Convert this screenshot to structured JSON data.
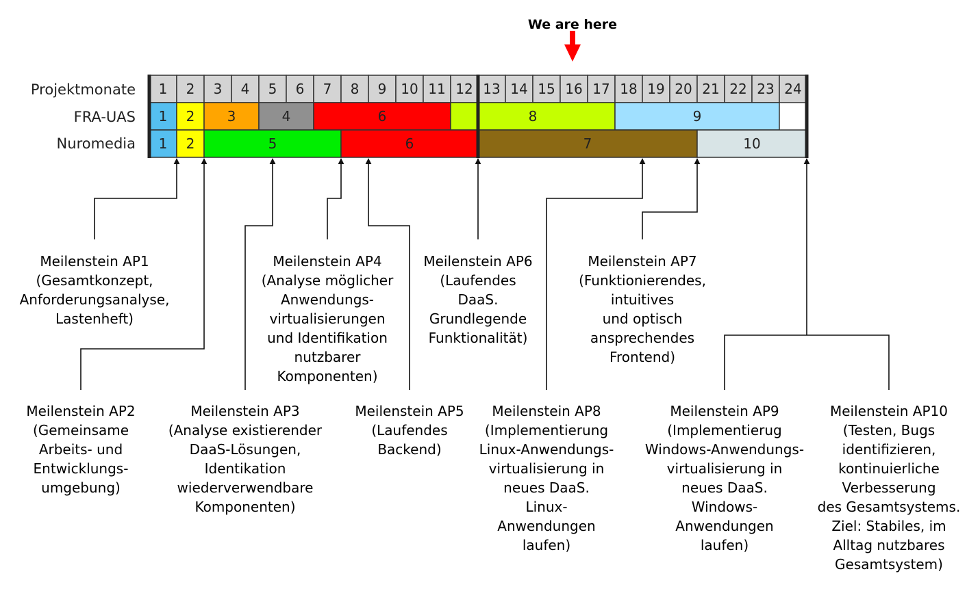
{
  "marker": {
    "label": "We are here",
    "month": 16,
    "color": "#ff0000"
  },
  "rows": [
    {
      "key": "months",
      "label": "Projektmonate"
    },
    {
      "key": "fra",
      "label": "FRA-UAS"
    },
    {
      "key": "nuro",
      "label": "Nuromedia"
    }
  ],
  "months": [
    "1",
    "2",
    "3",
    "4",
    "5",
    "6",
    "7",
    "8",
    "9",
    "10",
    "11",
    "12",
    "13",
    "14",
    "15",
    "16",
    "17",
    "18",
    "19",
    "20",
    "21",
    "22",
    "23",
    "24"
  ],
  "fra_segments": [
    {
      "label": "1",
      "start": 1,
      "end": 1,
      "color": "#55bff0"
    },
    {
      "label": "2",
      "start": 2,
      "end": 2,
      "color": "#ffff00"
    },
    {
      "label": "3",
      "start": 3,
      "end": 4,
      "color": "#ffa500"
    },
    {
      "label": "4",
      "start": 5,
      "end": 6,
      "color": "#909090"
    },
    {
      "label": "6",
      "start": 7,
      "end": 11,
      "color": "#ff0000"
    },
    {
      "label": "8",
      "start": 12,
      "end": 17,
      "color": "#c5ff00"
    },
    {
      "label": "9",
      "start": 18,
      "end": 23,
      "color": "#a0e0ff"
    }
  ],
  "nuro_segments": [
    {
      "label": "1",
      "start": 1,
      "end": 1,
      "color": "#55bff0"
    },
    {
      "label": "2",
      "start": 2,
      "end": 2,
      "color": "#ffff00"
    },
    {
      "label": "5",
      "start": 3,
      "end": 7,
      "color": "#00ee00"
    },
    {
      "label": "6",
      "start": 8,
      "end": 12,
      "color": "#ff0000"
    },
    {
      "label": "7",
      "start": 13,
      "end": 20,
      "color": "#8b6914"
    },
    {
      "label": "10",
      "start": 21,
      "end": 24,
      "color": "#d8e4e6"
    }
  ],
  "milestones": [
    {
      "key": "ap1",
      "lines": [
        "Meilenstein AP1",
        "(Gesamtkonzept,",
        "Anforderungsanalyse,",
        "Lastenheft)"
      ]
    },
    {
      "key": "ap2",
      "lines": [
        "Meilenstein AP2",
        "(Gemeinsame",
        "Arbeits- und",
        "Entwicklungs-",
        "umgebung)"
      ]
    },
    {
      "key": "ap3",
      "lines": [
        "Meilenstein AP3",
        "(Analyse existierender",
        "DaaS-Lösungen,",
        "Identikation",
        "wiederverwendbare",
        "Komponenten)"
      ]
    },
    {
      "key": "ap4",
      "lines": [
        "Meilenstein AP4",
        "(Analyse möglicher",
        "Anwendungs-",
        "virtualisierungen",
        "und Identifikation",
        "nutzbarer",
        "Komponenten)"
      ]
    },
    {
      "key": "ap5",
      "lines": [
        "Meilenstein AP5",
        "(Laufendes",
        "Backend)"
      ]
    },
    {
      "key": "ap6",
      "lines": [
        "Meilenstein AP6",
        "(Laufendes",
        "DaaS.",
        "Grundlegende",
        "Funktionalität)"
      ]
    },
    {
      "key": "ap7",
      "lines": [
        "Meilenstein AP7",
        "(Funktionierendes,",
        "intuitives",
        "und optisch",
        "ansprechendes",
        "Frontend)"
      ]
    },
    {
      "key": "ap8",
      "lines": [
        "Meilenstein AP8",
        "(Implementierung",
        "Linux-Anwendungs-",
        "virtualisierung in",
        "neues DaaS.",
        "Linux-",
        "Anwendungen",
        "laufen)"
      ]
    },
    {
      "key": "ap9",
      "lines": [
        "Meilenstein AP9",
        "(Implementierug",
        "Windows-Anwendungs-",
        "virtualisierung in",
        "neues DaaS.",
        "Windows-",
        "Anwendungen",
        "laufen)"
      ]
    },
    {
      "key": "ap10",
      "lines": [
        "Meilenstein AP10",
        "(Testen, Bugs",
        "identifizieren,",
        "kontinuierliche",
        "Verbesserung",
        "des Gesamtsystems.",
        "Ziel: Stabiles, im",
        "Alltag nutzbares",
        "Gesamtsystem)"
      ]
    }
  ]
}
